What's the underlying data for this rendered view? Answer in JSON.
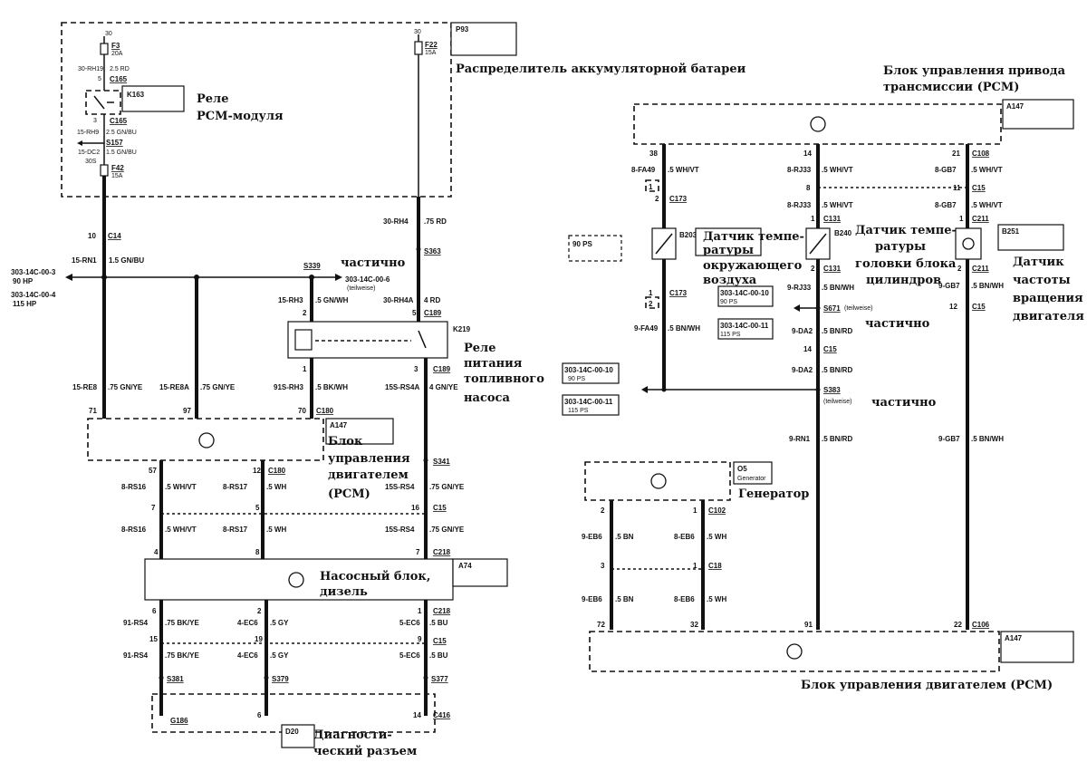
{
  "labels": {
    "battery_distributor": "Распределитель аккумуляторной батареи",
    "tcm_line1": "Блок управления привода",
    "tcm_line2": "трансмиссии (PCM)",
    "relay_pcm_1": "Реле",
    "relay_pcm_2": "PCM-модуля",
    "fuel_relay_1": "Реле",
    "fuel_relay_2": "питания",
    "fuel_relay_3": "топливного",
    "fuel_relay_4": "насоса",
    "ecu_1": "Блок",
    "ecu_2": "управления",
    "ecu_3": "двигателем",
    "ecu_4": "(PCM)",
    "pump_1": "Насосный блок,",
    "pump_2": "дизель",
    "diag_1": "Диагности-",
    "diag_2": "ческий разъем",
    "partial_1": "частично",
    "partial_2": "частично",
    "partial_3": "частично",
    "iat_1": "Датчик темпе-",
    "iat_2": "ратуры",
    "iat_3": "окружающего",
    "iat_4": "воздуха",
    "cht_1": "Датчик темпе-",
    "cht_2": "ратуры",
    "cht_3": "головки блока",
    "cht_4": "цилиндров",
    "spd_1": "Датчик",
    "spd_2": "частоты",
    "spd_3": "вращения",
    "spd_4": "двигателя",
    "generator": "Генератор",
    "ecu_bottom": "Блок управления двигателем (PCM)"
  },
  "codes": {
    "p93": "P93",
    "k163": "K163",
    "k219": "K219",
    "a147a": "A147",
    "a147b": "A147",
    "a147c": "A147",
    "a74": "A74",
    "d20": "D20",
    "b203": "B203",
    "b240": "B240",
    "b251": "B251",
    "o5": "O5",
    "o5b": "Generator",
    "f3": "F3",
    "f3a": "20A",
    "f22": "F22",
    "f22a": "15A",
    "f42": "F42",
    "f42a": "15A",
    "t30a": "30",
    "t30b": "30",
    "c14": "C14",
    "c189": "C189",
    "c189b": "C189",
    "c180a": "C180",
    "c180b": "C180",
    "c15a": "C15",
    "c218": "C218",
    "c218b": "C218",
    "c15b": "C15",
    "c416": "C416",
    "s339": "S339",
    "s363": "S363",
    "s341": "S341",
    "s381": "S381",
    "s379": "S379",
    "s377": "S377",
    "g186": "G186",
    "c108a": "C108",
    "c15c": "C15",
    "c173a": "C173",
    "c173b": "C173",
    "c131a": "C131",
    "c131b": "C131",
    "c211a": "C211",
    "c211b": "C211",
    "c15d": "C15",
    "c15e": "C15",
    "s671": "S671",
    "s383": "S383",
    "c102": "C102",
    "c18": "C18",
    "c106": "C106",
    "ref1": "303-14C-00-3",
    "ref1b": "90 HP",
    "ref2": "303-14C-00-4",
    "ref2b": "115 HP",
    "ref3": "303-14C-00-6",
    "ref3b": "(teilweise)",
    "ref4": "303-14C-00-10",
    "ref4b": "90 PS",
    "ref5": "303-14C-00-11",
    "ref5b": "115 PS",
    "ref6": "303-14C-00-10",
    "ref6b": "90 PS",
    "ref7": "303-14C-00-11",
    "ref7b": "115 PS",
    "ps90": "90 PS",
    "teil1": "(teilweise)",
    "teil2": "(teilweise)"
  },
  "wires": {
    "w1": "15-RN1",
    "w1s": "1.5 GN/BU",
    "w2": "30-RH4",
    "w2s": ".75 RD",
    "w3": "15-RH3",
    "w3s": ".5 GN/WH",
    "w4": "30-RH4A",
    "w4s": "4 RD",
    "w5": "15-RE8",
    "w5s": ".75 GN/YE",
    "w6": "15-RE8A",
    "w6s": ".75 GN/YE",
    "w7": "91S-RH3",
    "w7s": ".5 BK/WH",
    "w8": "15S-RS4A",
    "w8s": "4 GN/YE",
    "w9": "8-RS16",
    "w9s": ".5 WH/VT",
    "w10": "8-RS17",
    "w10s": ".5 WH",
    "w11": "15S-RS4",
    "w11s": ".75 GN/YE",
    "w12": "8-RS16",
    "w12s": ".5 WH/VT",
    "w13": "8-RS17",
    "w13s": ".5 WH",
    "w14": "15S-RS4",
    "w14s": ".75 GN/YE",
    "w15": "91-RS4",
    "w15s": ".75 BK/YE",
    "w16": "4-EC6",
    "w16s": ".5 GY",
    "w17": "5-EC6",
    "w17s": ".5 BU",
    "w18": "91-RS4",
    "w18s": ".75 BK/YE",
    "w19": "4-EC6",
    "w19s": ".5 GY",
    "w20": "5-EC6",
    "w20s": ".5 BU",
    "r1": "8-FA49",
    "r1s": ".5 WH/VT",
    "r2": "8-RJ33",
    "r2s": ".5 WH/VT",
    "r3": "8-GB7",
    "r3s": ".5 WH/VT",
    "r4": "8-RJ33",
    "r4s": ".5 WH/VT",
    "r5": "8-GB7",
    "r5s": ".5 WH/VT",
    "r6": "9-RJ33",
    "r6s": ".5 BN/WH",
    "r7": "9-GB7",
    "r7s": ".5 BN/WH",
    "r8": "9-FA49",
    "r8s": ".5 BN/WH",
    "r9": "9-DA2",
    "r9s": ".5 BN/RD",
    "r10": "9-DA2",
    "r10s": ".5 BN/RD",
    "r11": "9-RN1",
    "r11s": ".5 BN/RD",
    "r12": "9-GB7",
    "r12s": ".5 BN/WH",
    "r13": "9-EB6",
    "r13s": ".5 BN",
    "r14": "8-EB6",
    "r14s": ".5 WH",
    "r15": "9-EB6",
    "r15s": ".5 BN",
    "r16": "8-EB6",
    "r16s": ".5 WH",
    "f1": "30-RH19",
    "f1s": "2.5 RD",
    "f2": "C165",
    "f3": "C165",
    "f4": "15-RH9",
    "f4s": "2.5 GN/BU",
    "f5": "S157",
    "f6": "15-DC2",
    "f6s": "1.5 GN/BU",
    "f7": "30S"
  },
  "pins": {
    "p10": "10",
    "p5a": "5",
    "p2a": "2",
    "p1a": "1",
    "p3a": "3",
    "p71": "71",
    "p97": "97",
    "p70": "70",
    "p57": "57",
    "p12": "12",
    "p7a": "7",
    "p5b": "5",
    "p16": "16",
    "p4a": "4",
    "p8a": "8",
    "p7b": "7",
    "p6a": "6",
    "p2b": "2",
    "p1b": "1",
    "p15": "15",
    "p19": "19",
    "p9": "9",
    "p6b": "6",
    "p14a": "14",
    "q38": "38",
    "q14": "14",
    "q21": "21",
    "q8": "8",
    "q11": "11",
    "q2a": "2",
    "q1a": "1",
    "q1b": "1",
    "q2b": "2",
    "q1c": "1",
    "q2c": "2",
    "q12": "12",
    "q14b": "14",
    "q2d": "2",
    "q1d": "1",
    "q3": "3",
    "q1e": "1",
    "q72": "72",
    "q32": "32",
    "q91": "91",
    "q22": "22",
    "q1f": "1",
    "q2e": "2",
    "f5n": "5",
    "f3n": "3",
    "f2n": "2",
    "f1n": "1"
  }
}
